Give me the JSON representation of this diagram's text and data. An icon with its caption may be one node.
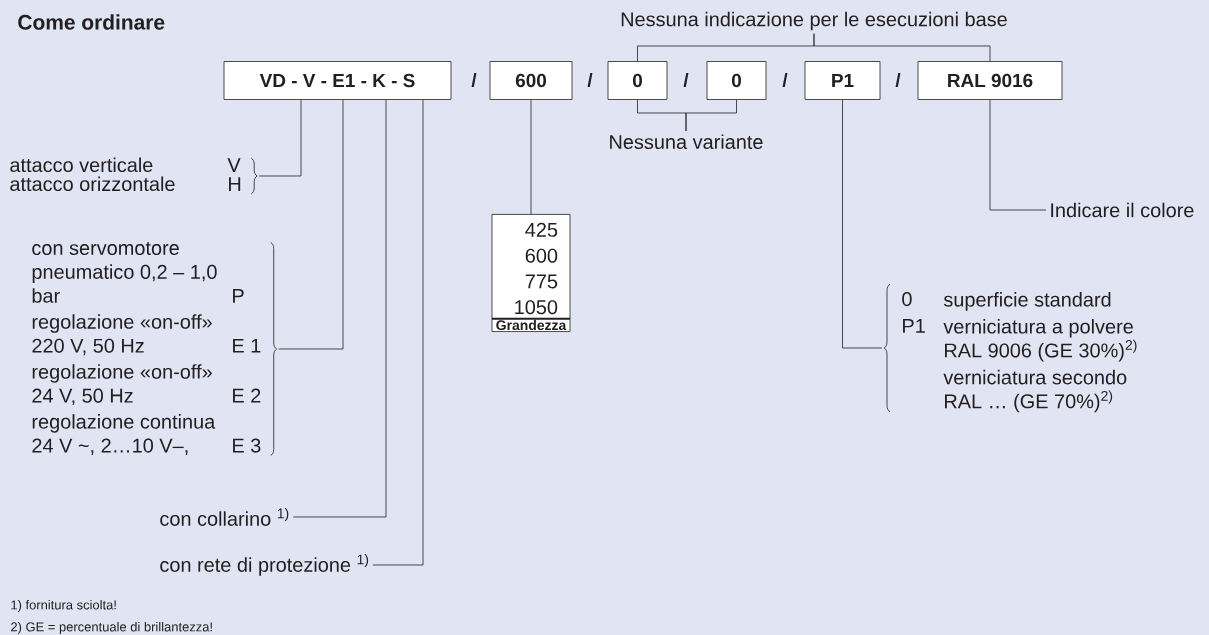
{
  "diagram": {
    "title": "Come ordinare",
    "nodes": [
      {
        "text": [
          "VD - V - E1 - K - S"
        ]
      },
      {
        "text": [
          "600"
        ]
      },
      {
        "text": [
          "0"
        ]
      },
      {
        "text": [
          "0"
        ]
      },
      {
        "text": [
          "P1"
        ]
      },
      {
        "text": [
          "RAL 9016"
        ]
      },
      {
        "text": [
          "425",
          "600",
          "775",
          "1050",
          "Grandezza"
        ]
      },
      {
        "text": [
          "Nessuna indicazione per le esecuzioni base"
        ]
      },
      {
        "text": [
          "Nessuna variante"
        ]
      },
      {
        "text": [
          "attacco verticale",
          "V",
          "attacco orizzontale",
          "H"
        ]
      },
      {
        "text": [
          "con servomotore pneumatico 0,2 – 1,0 bar",
          "P",
          "regolazione «on-off» 220 V, 50 Hz",
          "E 1",
          "regolazione «on-off» 24 V, 50 Hz",
          "E 2",
          "regolazione continua 24 V ~, 2…10 V–,",
          "E 3"
        ]
      },
      {
        "text": [
          "con collarino $^{1)}$"
        ]
      },
      {
        "text": [
          "con rete di protezione $^{1)}$"
        ]
      },
      {
        "text": [
          "0",
          "superficie standard",
          "P1",
          "verniciatura a polvere RAL 9006 (GE 30%)$^{2)}$",
          "verniciatura secondo RAL … (GE 70%)$^{2)}$"
        ]
      },
      {
        "text": [
          "Indicare il colore"
        ]
      }
    ],
    "edges": [
      {
        "from": 0,
        "to": 9,
        "arrow": "none"
      },
      {
        "from": 0,
        "to": 10,
        "arrow": "none"
      },
      {
        "from": 0,
        "to": 11,
        "arrow": "none"
      },
      {
        "from": 0,
        "to": 12,
        "arrow": "none"
      },
      {
        "from": 1,
        "to": 6,
        "arrow": "none"
      },
      {
        "from": 2,
        "to": 7,
        "arrow": "none"
      },
      {
        "from": 5,
        "to": 7,
        "arrow": "none"
      },
      {
        "from": 2,
        "to": 8,
        "arrow": "none"
      },
      {
        "from": 3,
        "to": 8,
        "arrow": "none"
      },
      {
        "from": 4,
        "to": 13,
        "arrow": "none"
      },
      {
        "from": 5,
        "to": 14,
        "arrow": "none"
      }
    ],
    "labels": [
      "/",
      "/",
      "/",
      "/",
      "/",
      "1) fornitura sciolta!",
      "2) GE = percentuale di brillantezza!"
    ]
  }
}
